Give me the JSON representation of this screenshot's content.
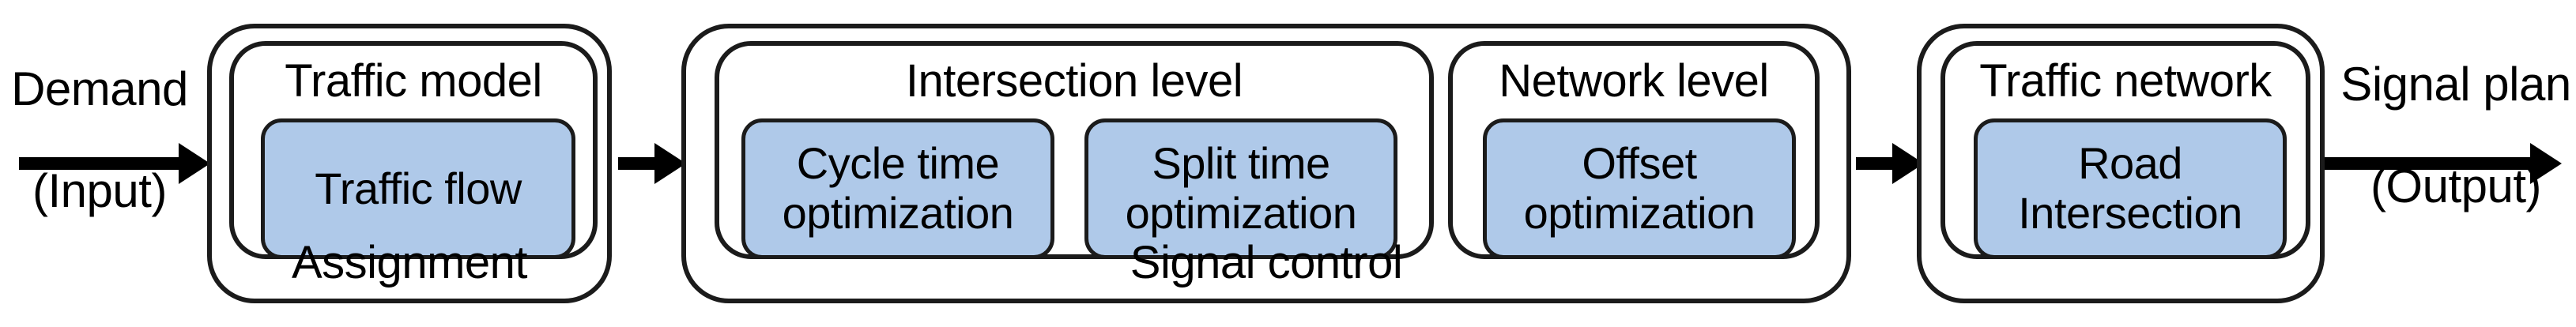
{
  "diagram": {
    "title": "Traffic signal control framework",
    "accent_color": "#afc9e9",
    "line_color": "#1b1b1b",
    "background_color": "#ffffff",
    "input": {
      "label": "Demand\n(Input)",
      "line1": "Demand",
      "line2": "(Input)"
    },
    "output": {
      "label": "Signal plan\n(Output)",
      "line1": "Signal plan",
      "line2": "(Output)"
    },
    "stages": [
      {
        "id": "assignment",
        "outer_label": "Assignment",
        "groups": [
          {
            "id": "traffic-model",
            "title": "Traffic model",
            "nodes": [
              {
                "id": "traffic-flow",
                "label": "Traffic flow"
              }
            ]
          }
        ]
      },
      {
        "id": "signal-control",
        "outer_label": "Signal control",
        "groups": [
          {
            "id": "intersection-level",
            "title": "Intersection level",
            "nodes": [
              {
                "id": "cycle-time-optimization",
                "label": "Cycle time\noptimization"
              },
              {
                "id": "split-time-optimization",
                "label": "Split time\noptimization"
              }
            ]
          },
          {
            "id": "network-level",
            "title": "Network level",
            "nodes": [
              {
                "id": "offset-optimization",
                "label": "Offset\noptimization"
              }
            ]
          }
        ]
      },
      {
        "id": "traffic-network-stage",
        "outer_label": "",
        "groups": [
          {
            "id": "traffic-network",
            "title": "Traffic network",
            "nodes": [
              {
                "id": "road-intersection",
                "label": "Road\nIntersection"
              }
            ]
          }
        ]
      }
    ],
    "arrows": [
      {
        "id": "arrow-input-to-assignment",
        "from": "input",
        "to": "assignment"
      },
      {
        "id": "arrow-assignment-to-signal-control",
        "from": "assignment",
        "to": "signal-control"
      },
      {
        "id": "arrow-signal-control-to-traffic-network",
        "from": "signal-control",
        "to": "traffic-network-stage"
      },
      {
        "id": "arrow-traffic-network-to-output",
        "from": "traffic-network-stage",
        "to": "output"
      }
    ]
  }
}
